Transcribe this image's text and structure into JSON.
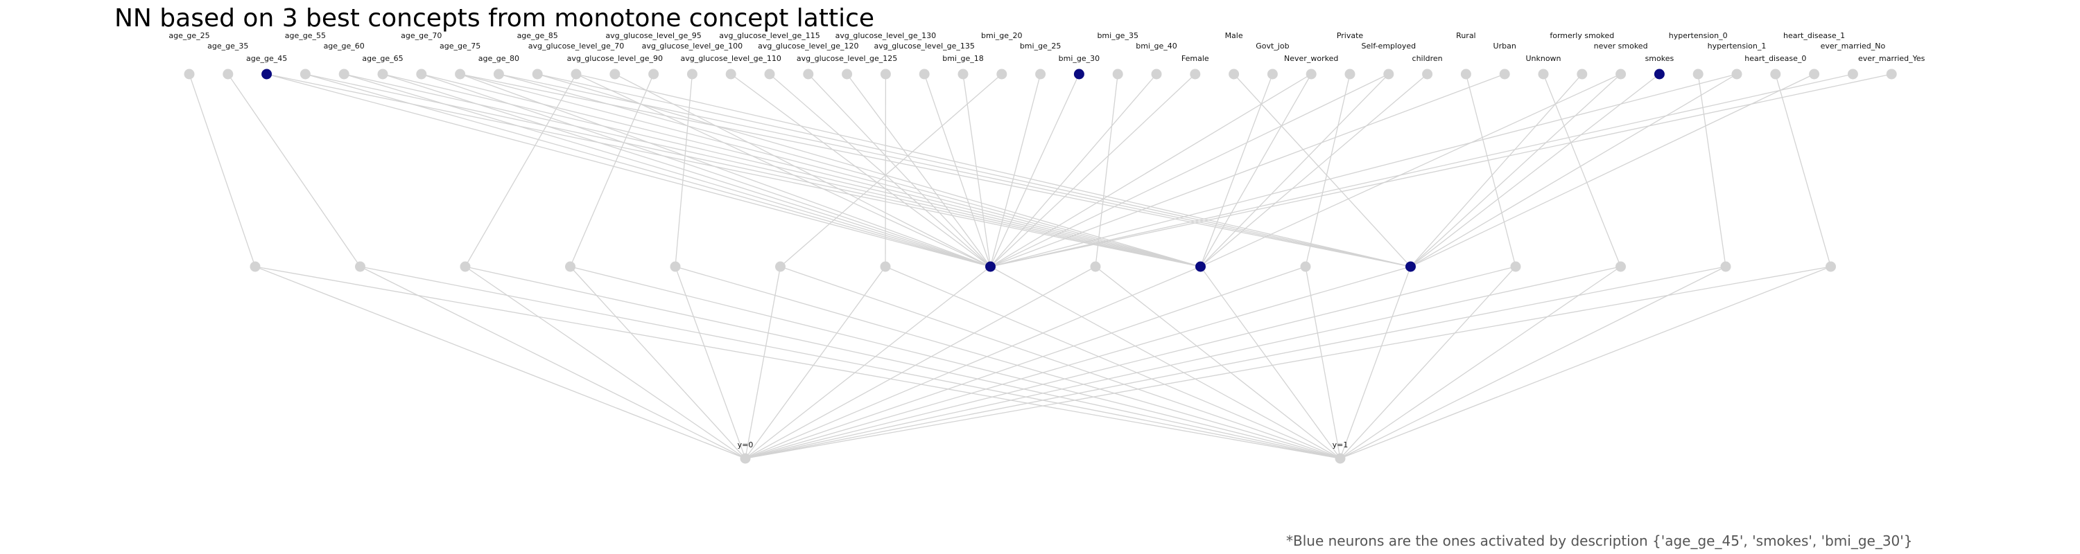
{
  "title": "NN based on 3 best concepts from monotone concept lattice",
  "footnote": "*Blue neurons are the ones activated by description {'age_ge_45', 'smokes', 'bmi_ge_30'}",
  "colors": {
    "active": "#0a0a80",
    "inactive": "#d3d3d3",
    "edge": "#d3d3d3"
  },
  "input_nodes": [
    {
      "label": "age_ge_25",
      "active": false
    },
    {
      "label": "age_ge_35",
      "active": false
    },
    {
      "label": "age_ge_45",
      "active": true
    },
    {
      "label": "age_ge_55",
      "active": false
    },
    {
      "label": "age_ge_60",
      "active": false
    },
    {
      "label": "age_ge_65",
      "active": false
    },
    {
      "label": "age_ge_70",
      "active": false
    },
    {
      "label": "age_ge_75",
      "active": false
    },
    {
      "label": "age_ge_80",
      "active": false
    },
    {
      "label": "age_ge_85",
      "active": false
    },
    {
      "label": "avg_glucose_level_ge_70",
      "active": false
    },
    {
      "label": "avg_glucose_level_ge_90",
      "active": false
    },
    {
      "label": "avg_glucose_level_ge_95",
      "active": false
    },
    {
      "label": "avg_glucose_level_ge_100",
      "active": false
    },
    {
      "label": "avg_glucose_level_ge_110",
      "active": false
    },
    {
      "label": "avg_glucose_level_ge_115",
      "active": false
    },
    {
      "label": "avg_glucose_level_ge_120",
      "active": false
    },
    {
      "label": "avg_glucose_level_ge_125",
      "active": false
    },
    {
      "label": "avg_glucose_level_ge_130",
      "active": false
    },
    {
      "label": "avg_glucose_level_ge_135",
      "active": false
    },
    {
      "label": "bmi_ge_18",
      "active": false
    },
    {
      "label": "bmi_ge_20",
      "active": false
    },
    {
      "label": "bmi_ge_25",
      "active": false
    },
    {
      "label": "bmi_ge_30",
      "active": true
    },
    {
      "label": "bmi_ge_35",
      "active": false
    },
    {
      "label": "bmi_ge_40",
      "active": false
    },
    {
      "label": "Female",
      "active": false
    },
    {
      "label": "Male",
      "active": false
    },
    {
      "label": "Govt_job",
      "active": false
    },
    {
      "label": "Never_worked",
      "active": false
    },
    {
      "label": "Private",
      "active": false
    },
    {
      "label": "Self-employed",
      "active": false
    },
    {
      "label": "children",
      "active": false
    },
    {
      "label": "Rural",
      "active": false
    },
    {
      "label": "Urban",
      "active": false
    },
    {
      "label": "Unknown",
      "active": false
    },
    {
      "label": "formerly smoked",
      "active": false
    },
    {
      "label": "never smoked",
      "active": false
    },
    {
      "label": "smokes",
      "active": true
    },
    {
      "label": "hypertension_0",
      "active": false
    },
    {
      "label": "hypertension_1",
      "active": false
    },
    {
      "label": "heart_disease_0",
      "active": false
    },
    {
      "label": "heart_disease_1",
      "active": false
    },
    {
      "label": "ever_married_No",
      "active": false
    },
    {
      "label": "ever_married_Yes",
      "active": false
    }
  ],
  "hidden_nodes": [
    {
      "active": false
    },
    {
      "active": false
    },
    {
      "active": false
    },
    {
      "active": false
    },
    {
      "active": false
    },
    {
      "active": false
    },
    {
      "active": false
    },
    {
      "active": true
    },
    {
      "active": false
    },
    {
      "active": true
    },
    {
      "active": false
    },
    {
      "active": true
    },
    {
      "active": false
    },
    {
      "active": false
    },
    {
      "active": false
    },
    {
      "active": false
    }
  ],
  "output_nodes": [
    {
      "label": "y=0",
      "active": false
    },
    {
      "label": "y=1",
      "active": false
    }
  ],
  "edges_input_hidden": [
    [
      0,
      0
    ],
    [
      1,
      1
    ],
    [
      2,
      7
    ],
    [
      3,
      7
    ],
    [
      4,
      7
    ],
    [
      5,
      7
    ],
    [
      6,
      7
    ],
    [
      7,
      7
    ],
    [
      8,
      9
    ],
    [
      9,
      9
    ],
    [
      10,
      7
    ],
    [
      11,
      7
    ],
    [
      12,
      3
    ],
    [
      13,
      4
    ],
    [
      14,
      7
    ],
    [
      15,
      7
    ],
    [
      16,
      7
    ],
    [
      17,
      7
    ],
    [
      18,
      6
    ],
    [
      19,
      7
    ],
    [
      20,
      7
    ],
    [
      21,
      5
    ],
    [
      22,
      7
    ],
    [
      23,
      7
    ],
    [
      24,
      8
    ],
    [
      25,
      7
    ],
    [
      26,
      7
    ],
    [
      27,
      11
    ],
    [
      28,
      9
    ],
    [
      29,
      7
    ],
    [
      30,
      10
    ],
    [
      31,
      7
    ],
    [
      32,
      9
    ],
    [
      33,
      12
    ],
    [
      34,
      7
    ],
    [
      35,
      13
    ],
    [
      36,
      11
    ],
    [
      37,
      11
    ],
    [
      38,
      11
    ],
    [
      39,
      14
    ],
    [
      40,
      7
    ],
    [
      41,
      15
    ],
    [
      42,
      11
    ],
    [
      43,
      7
    ],
    [
      44,
      7
    ],
    [
      7,
      11
    ],
    [
      8,
      11
    ],
    [
      9,
      11
    ],
    [
      10,
      11
    ],
    [
      2,
      9
    ],
    [
      3,
      9
    ],
    [
      4,
      9
    ],
    [
      5,
      9
    ],
    [
      6,
      9
    ],
    [
      7,
      9
    ],
    [
      10,
      2
    ],
    [
      29,
      9
    ],
    [
      31,
      9
    ],
    [
      37,
      9
    ],
    [
      40,
      11
    ]
  ],
  "edges_hidden_output": [
    [
      0,
      0
    ],
    [
      0,
      1
    ],
    [
      1,
      0
    ],
    [
      1,
      1
    ],
    [
      2,
      0
    ],
    [
      2,
      1
    ],
    [
      3,
      0
    ],
    [
      3,
      1
    ],
    [
      4,
      0
    ],
    [
      4,
      1
    ],
    [
      5,
      0
    ],
    [
      5,
      1
    ],
    [
      6,
      0
    ],
    [
      6,
      1
    ],
    [
      7,
      0
    ],
    [
      7,
      1
    ],
    [
      8,
      0
    ],
    [
      8,
      1
    ],
    [
      9,
      0
    ],
    [
      9,
      1
    ],
    [
      10,
      0
    ],
    [
      10,
      1
    ],
    [
      11,
      0
    ],
    [
      11,
      1
    ],
    [
      12,
      0
    ],
    [
      12,
      1
    ],
    [
      13,
      0
    ],
    [
      13,
      1
    ],
    [
      14,
      0
    ],
    [
      14,
      1
    ],
    [
      15,
      0
    ],
    [
      15,
      1
    ]
  ]
}
